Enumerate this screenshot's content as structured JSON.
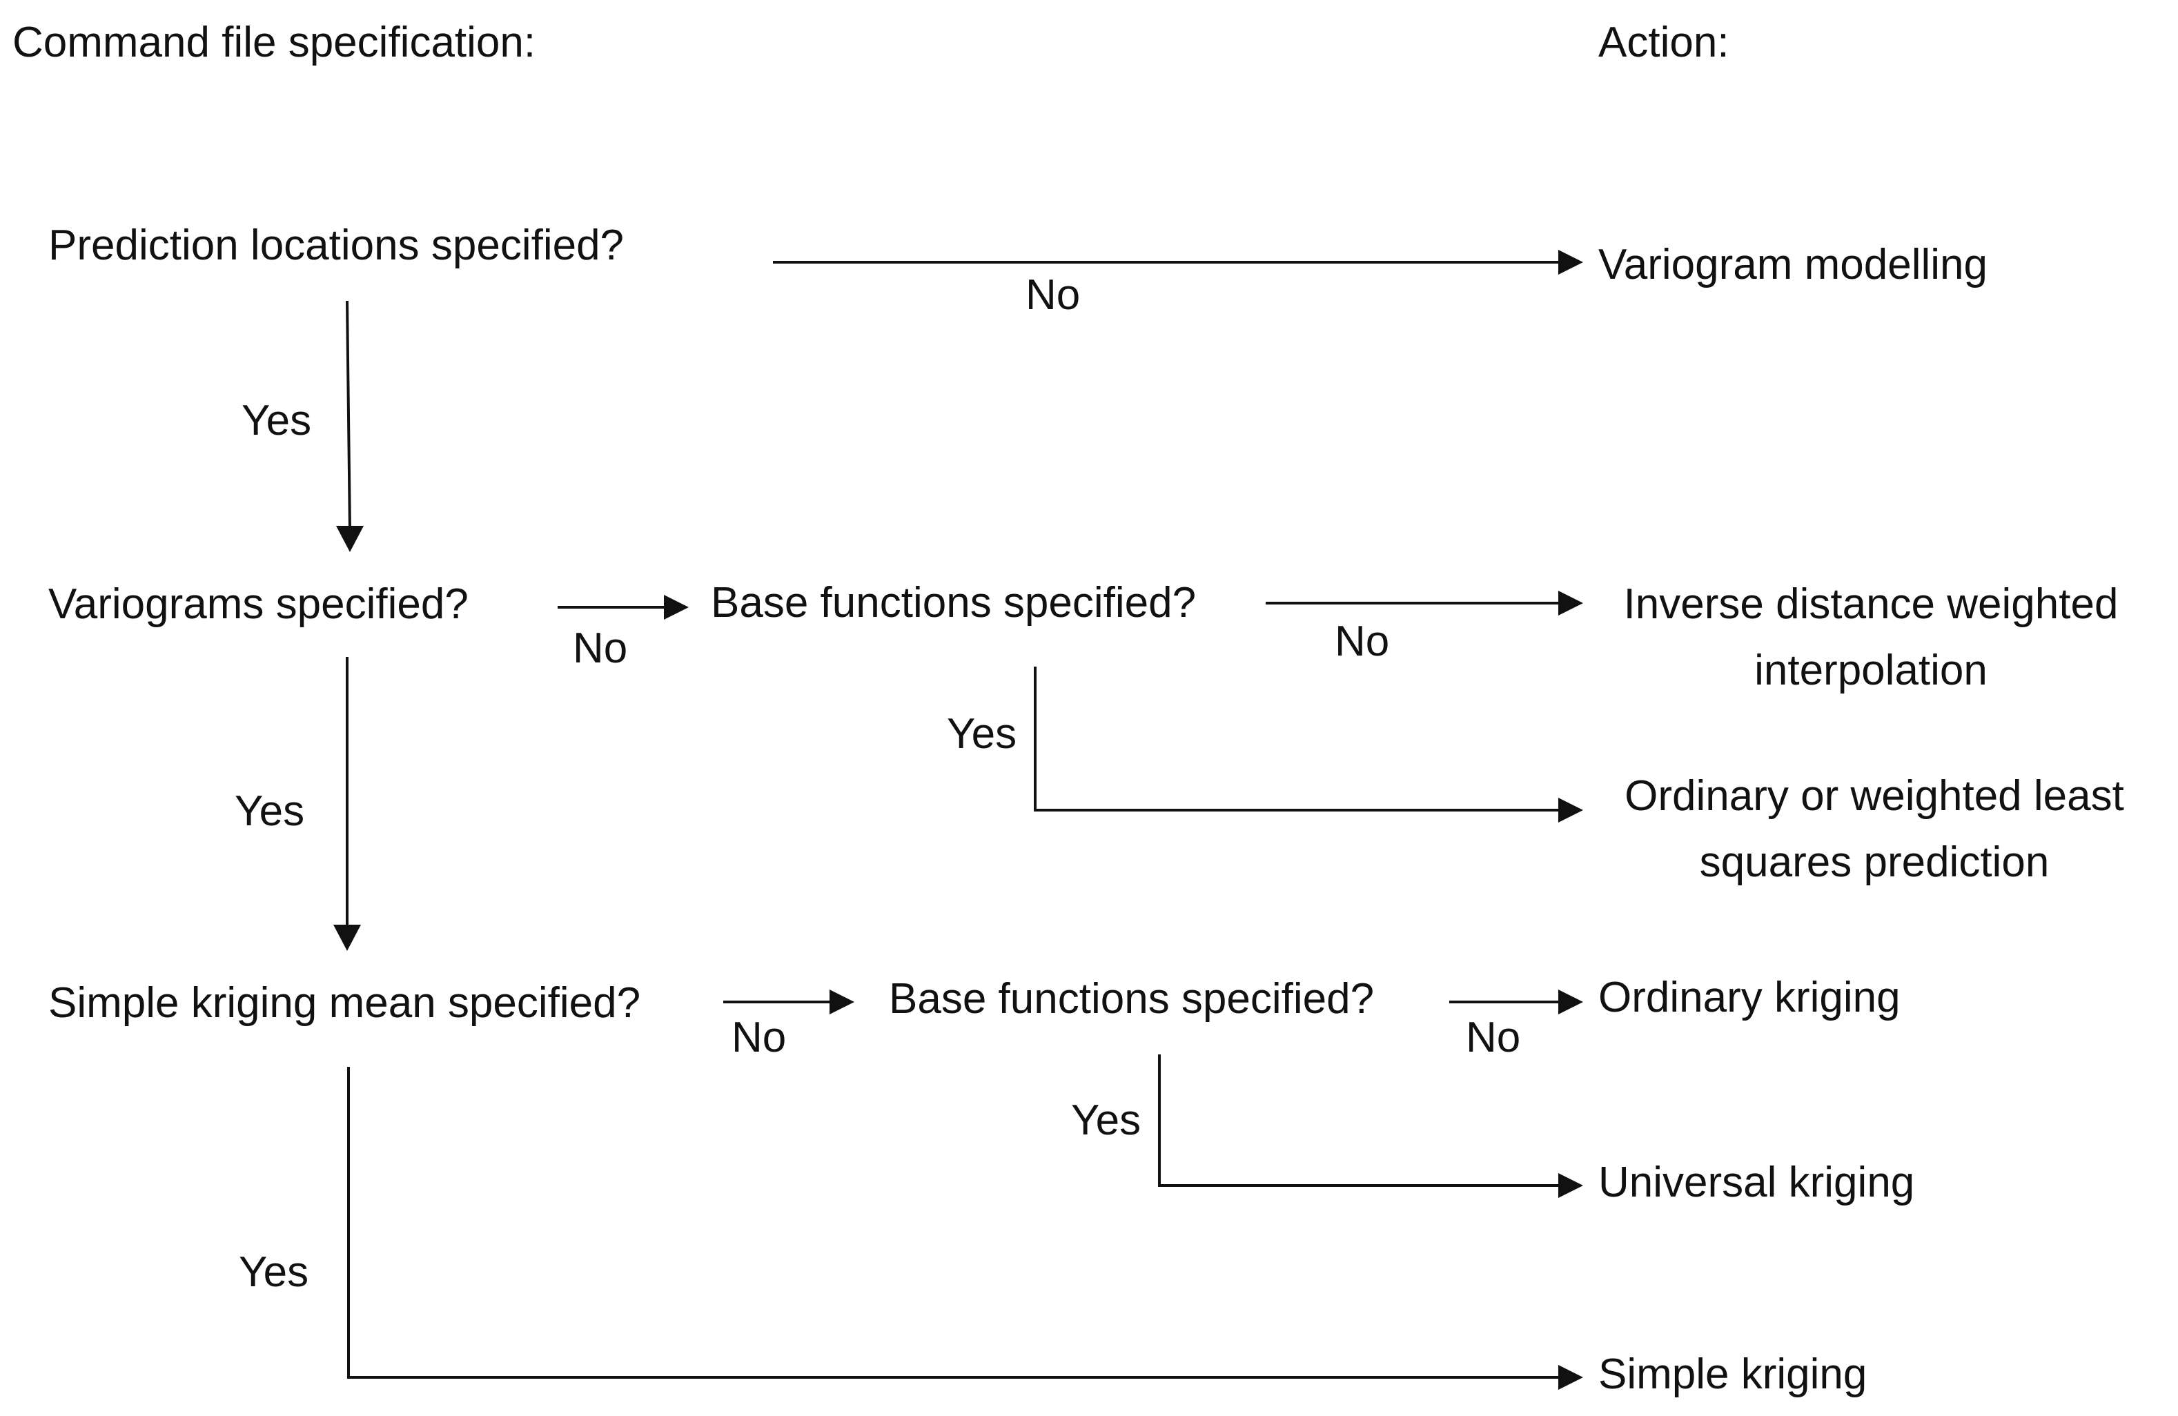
{
  "headers": {
    "spec": "Command file specification:",
    "action": "Action:"
  },
  "questions": {
    "prediction_locations": "Prediction locations specified?",
    "variograms": "Variograms specified?",
    "base_functions_1": "Base functions specified?",
    "simple_kriging_mean": "Simple kriging mean specified?",
    "base_functions_2": "Base functions specified?"
  },
  "actions": {
    "variogram_modelling": "Variogram modelling",
    "idw_line1": "Inverse distance weighted",
    "idw_line2": "interpolation",
    "least_squares_line1": "Ordinary or weighted least",
    "least_squares_line2": "squares prediction",
    "ordinary_kriging": "Ordinary kriging",
    "universal_kriging": "Universal kriging",
    "simple_kriging": "Simple kriging"
  },
  "edge_labels": {
    "no_prediction": "No",
    "yes_prediction": "Yes",
    "no_variograms": "No",
    "yes_variograms": "Yes",
    "no_base1": "No",
    "yes_base1": "Yes",
    "no_skmean": "No",
    "yes_skmean": "Yes",
    "no_base2": "No",
    "yes_base2": "Yes"
  }
}
